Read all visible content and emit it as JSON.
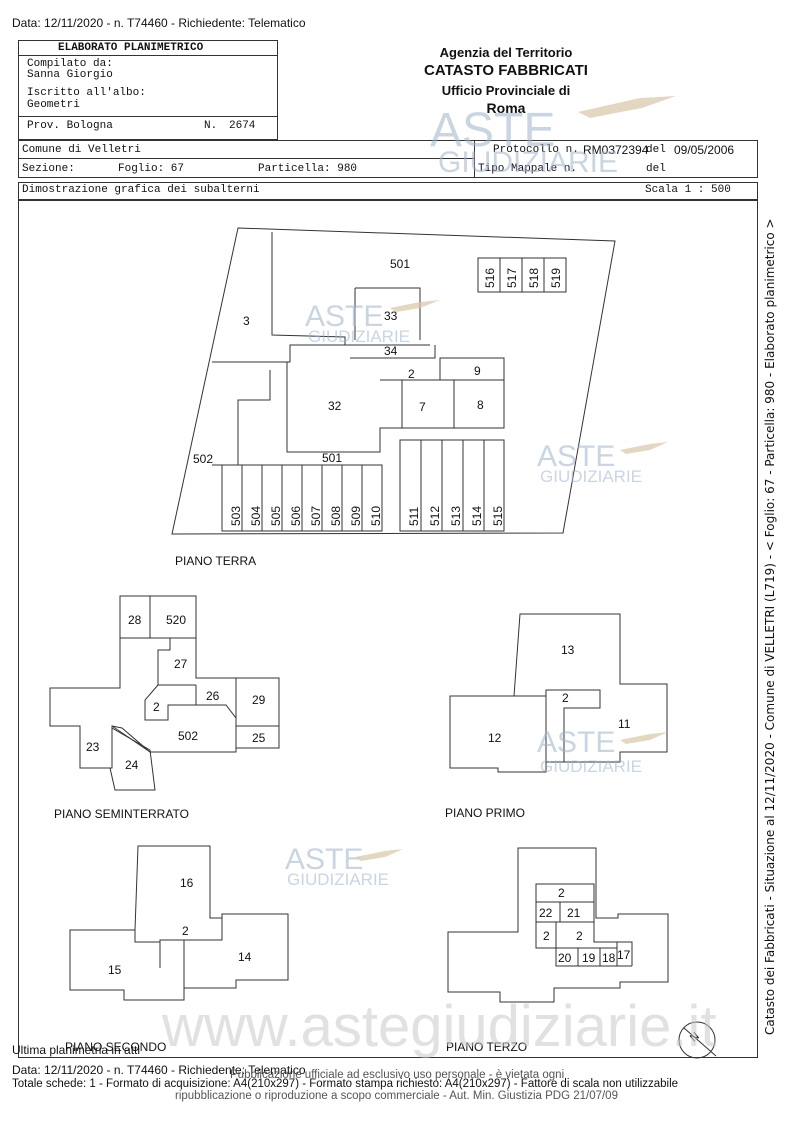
{
  "top_header": "Data: 12/11/2020 - n. T74460 - Richiedente: Telematico",
  "form": {
    "elaborato_title": "ELABORATO PLANIMETRICO",
    "compilato_label": "Compilato da:",
    "compilato_value": "Sanna Giorgio",
    "iscritto_label": "Iscritto all'albo:",
    "iscritto_value": "Geometri",
    "prov_label": "Prov. Bologna",
    "n_label": "N.",
    "n_value": "2674",
    "agency_name": "Agenzia del Territorio",
    "catasto": "CATASTO FABBRICATI",
    "ufficio": "Ufficio Provinciale di",
    "city": "Roma",
    "comune": "Comune di Velletri",
    "sezione_label": "Sezione:",
    "foglio": "Foglio: 67",
    "particella": "Particella: 980",
    "protocollo_label": "Protocollo n.",
    "protocollo_value": "RM0372394",
    "del_label": "del",
    "del_value": "09/05/2006",
    "tipo_mappale": "Tipo Mappale n.",
    "del2_label": "del",
    "dimostrazione": "Dimostrazione grafica dei subalterni",
    "scala": "Scala 1 : 500"
  },
  "watermark": {
    "aste": "ASTE",
    "giudiziarie": "GIUDIZIARIE",
    "site": "www.astegiudiziarie.it"
  },
  "plans": {
    "terra": {
      "title": "PIANO TERRA",
      "units": [
        "501",
        "516",
        "517",
        "518",
        "519",
        "3",
        "33",
        "34",
        "2",
        "9",
        "32",
        "7",
        "8",
        "502",
        "501",
        "503",
        "504",
        "505",
        "506",
        "507",
        "508",
        "509",
        "510",
        "511",
        "512",
        "513",
        "514",
        "515"
      ]
    },
    "seminterrato": {
      "title": "PIANO SEMINTERRATO",
      "units": [
        "28",
        "520",
        "27",
        "2",
        "26",
        "29",
        "23",
        "502",
        "25",
        "24"
      ]
    },
    "primo": {
      "title": "PIANO PRIMO",
      "units": [
        "13",
        "2",
        "11",
        "12"
      ]
    },
    "secondo": {
      "title": "PIANO SECONDO",
      "units": [
        "16",
        "2",
        "14",
        "15"
      ]
    },
    "terzo": {
      "title": "PIANO TERZO",
      "units": [
        "2",
        "22",
        "21",
        "2",
        "2",
        "20",
        "19",
        "18",
        "17"
      ]
    }
  },
  "north_label": "N",
  "side_text": "Catasto dei Fabbricati - Situazione al 12/11/2020 - Comune di VELLETRI (L719) - < Foglio: 67 - Particella: 980 - Elaborato planimetrico >",
  "footer": {
    "ultima": "Ultima planimetria in atti",
    "data_line": "Data: 12/11/2020 - n. T74460 - Richiedente: Telematico",
    "totale": "Totale schede: 1 - Formato di acquisizione: A4(210x297) - Formato stampa richiesto: A4(210x297) - Fattore di scala non utilizzabile",
    "pub1": "Pubblicazione ufficiale ad esclusivo uso personale - è vietata ogni",
    "pub2": "ripubblicazione o riproduzione a scopo commerciale - Aut. Min. Giustizia PDG 21/07/09"
  }
}
